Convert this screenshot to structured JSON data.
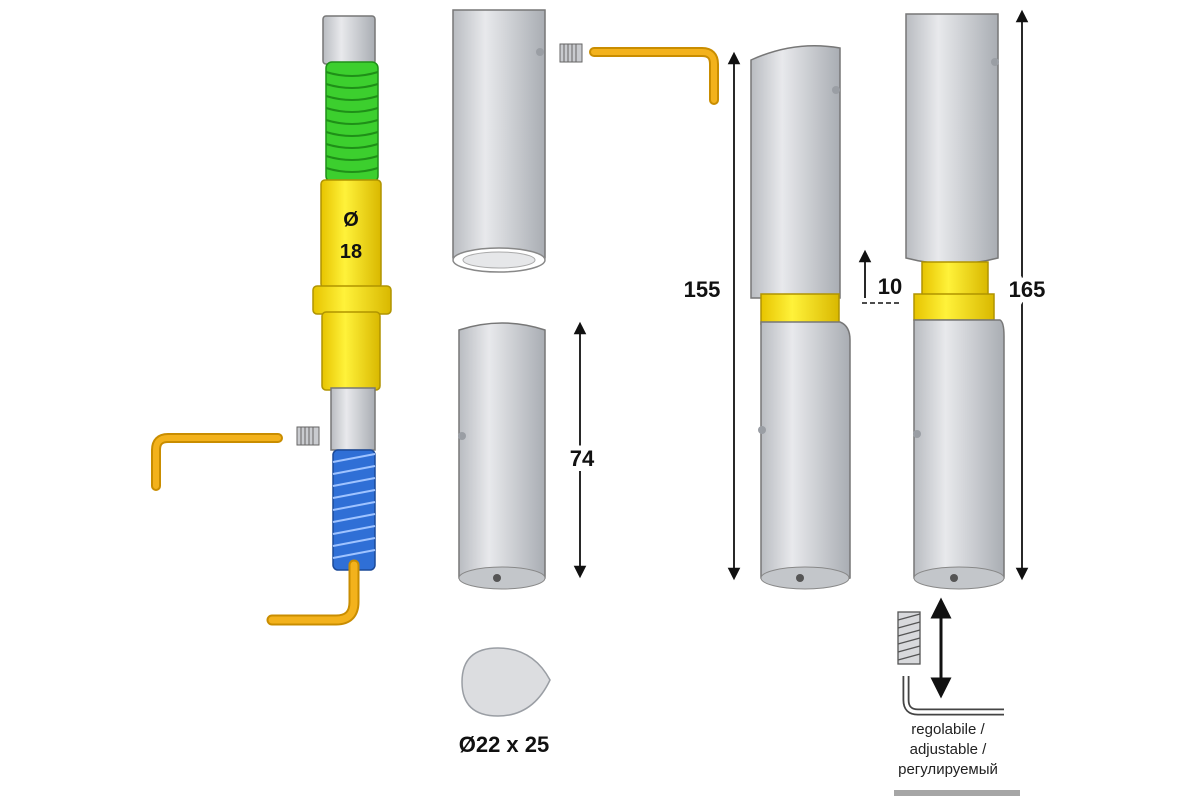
{
  "labels": {
    "pin_diameter_symbol": "Ø",
    "pin_diameter_value": "18",
    "dim_bottom_sleeve": "74",
    "dim_total_fixed": "155",
    "dim_adjust": "10",
    "dim_total_adjusted": "165",
    "cross_section": "Ø22 x 25",
    "note_line1": "regolabile /",
    "note_line2": "adjustable /",
    "note_line3": "регулируемый"
  },
  "colors": {
    "steel": "#d2d4d8",
    "steel_dark": "#9ea2a8",
    "green_thread": "#3ccf2e",
    "blue_thread": "#2f6fd6",
    "yellow_washer": "#ffe600",
    "hex_key": "#f3b21c",
    "outline": "#6b6f75"
  },
  "icons": [
    "hex-key-icon",
    "set-screw-icon",
    "dimension-arrow-icon"
  ]
}
